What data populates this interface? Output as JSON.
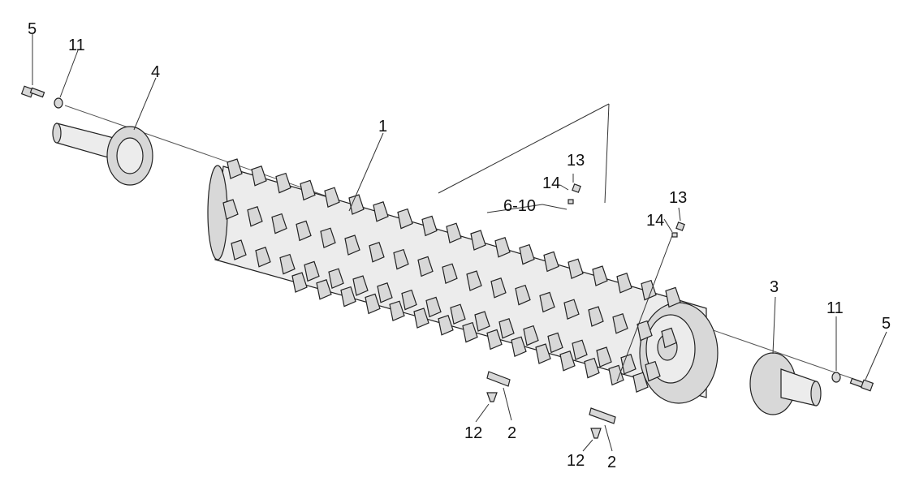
{
  "callouts": {
    "c5_left": "5",
    "c11_left": "11",
    "c4": "4",
    "c1": "1",
    "c13_a": "13",
    "c14_a": "14",
    "c6_10": "6-10",
    "c13_b": "13",
    "c14_b": "14",
    "c3": "3",
    "c11_right": "11",
    "c5_right": "5",
    "c12_a": "12",
    "c2_a": "2",
    "c12_b": "12",
    "c2_b": "2"
  }
}
